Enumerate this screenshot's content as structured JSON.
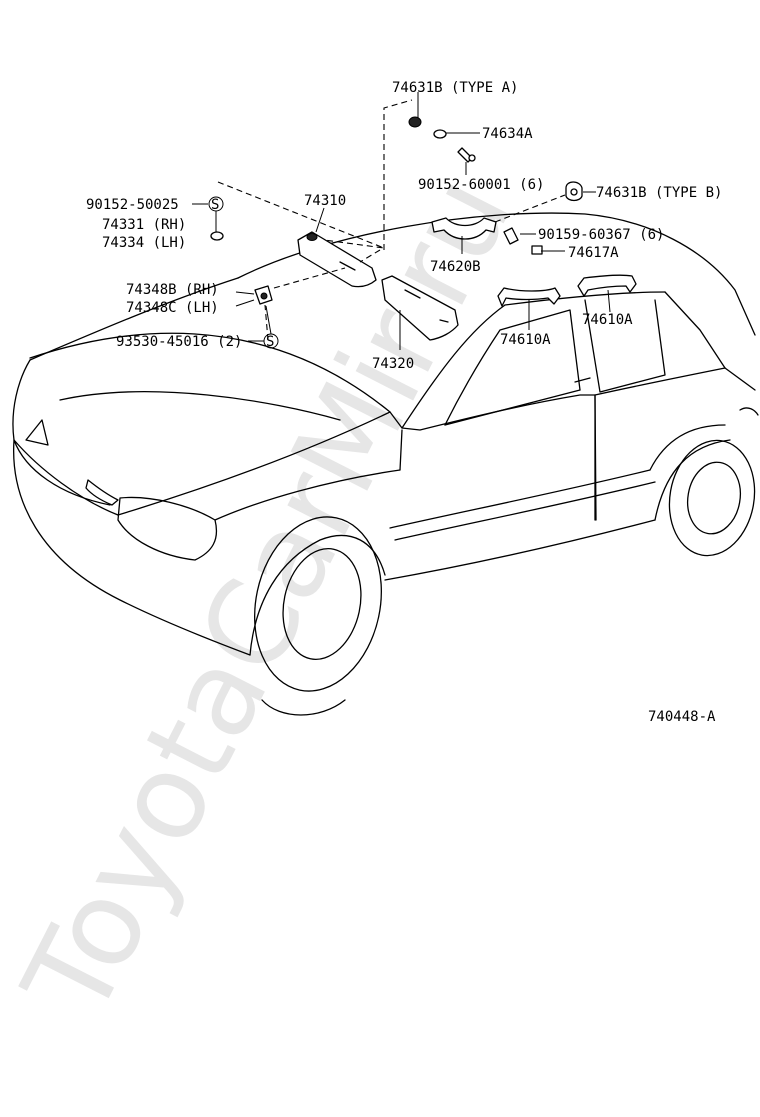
{
  "watermark": "ToyotaCarMir.ru",
  "figure_code": "740448-A",
  "callouts": {
    "p74631B_A": "74631B (TYPE A)",
    "p74634A": "74634A",
    "p90152_60001": "90152-60001 (6)",
    "p74631B_B": "74631B (TYPE B)",
    "p90152_50025": "90152-50025",
    "p74331": "74331 (RH)",
    "p74334": "74334 (LH)",
    "p74310": "74310",
    "p74348B": "74348B (RH)",
    "p74348C": "74348C (LH)",
    "p93530": "93530-45016 (2)",
    "p74320": "74320",
    "p74620B": "74620B",
    "p90159": "90159-60367 (6)",
    "p74617A": "74617A",
    "p74610A_rear": "74610A",
    "p74610A_mid": "74610A"
  },
  "symbols": {
    "s_mark": "S"
  },
  "icons": [
    "car-body-outline",
    "sun-visor-rh",
    "sun-visor-lh",
    "visor-holder",
    "assist-grip",
    "clip",
    "screw"
  ]
}
